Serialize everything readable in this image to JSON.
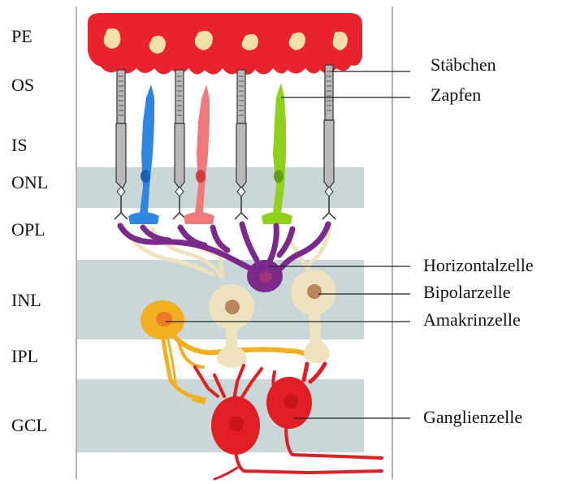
{
  "layers": [
    {
      "id": "PE",
      "label": "PE"
    },
    {
      "id": "OS",
      "label": "OS"
    },
    {
      "id": "IS",
      "label": "IS"
    },
    {
      "id": "ONL",
      "label": "ONL"
    },
    {
      "id": "OPL",
      "label": "OPL"
    },
    {
      "id": "INL",
      "label": "INL"
    },
    {
      "id": "IPL",
      "label": "IPL"
    },
    {
      "id": "GCL",
      "label": "GCL"
    }
  ],
  "cell_labels": [
    {
      "id": "rods",
      "label": "Stäbchen"
    },
    {
      "id": "cones",
      "label": "Zapfen"
    },
    {
      "id": "horizontal",
      "label": "Horizontalzelle"
    },
    {
      "id": "bipolar",
      "label": "Bipolarzelle"
    },
    {
      "id": "amacrine",
      "label": "Amakrinzelle"
    },
    {
      "id": "ganglion",
      "label": "Ganglienzelle"
    }
  ],
  "colors": {
    "band": "#c9d7d8",
    "pigment_epithelium": "#e8232d",
    "pigment_nucleus": "#f3dfa8",
    "rod": "#b9b9b9",
    "cone_blue": "#2f86e0",
    "cone_red": "#f07a7a",
    "cone_green": "#8fd21c",
    "horizontal": "#7b2a8c",
    "bipolar": "#efe3bf",
    "bipolar_nucleus": "#b8865a",
    "amacrine": "#f2b01e",
    "ganglion": "#e01e24"
  }
}
